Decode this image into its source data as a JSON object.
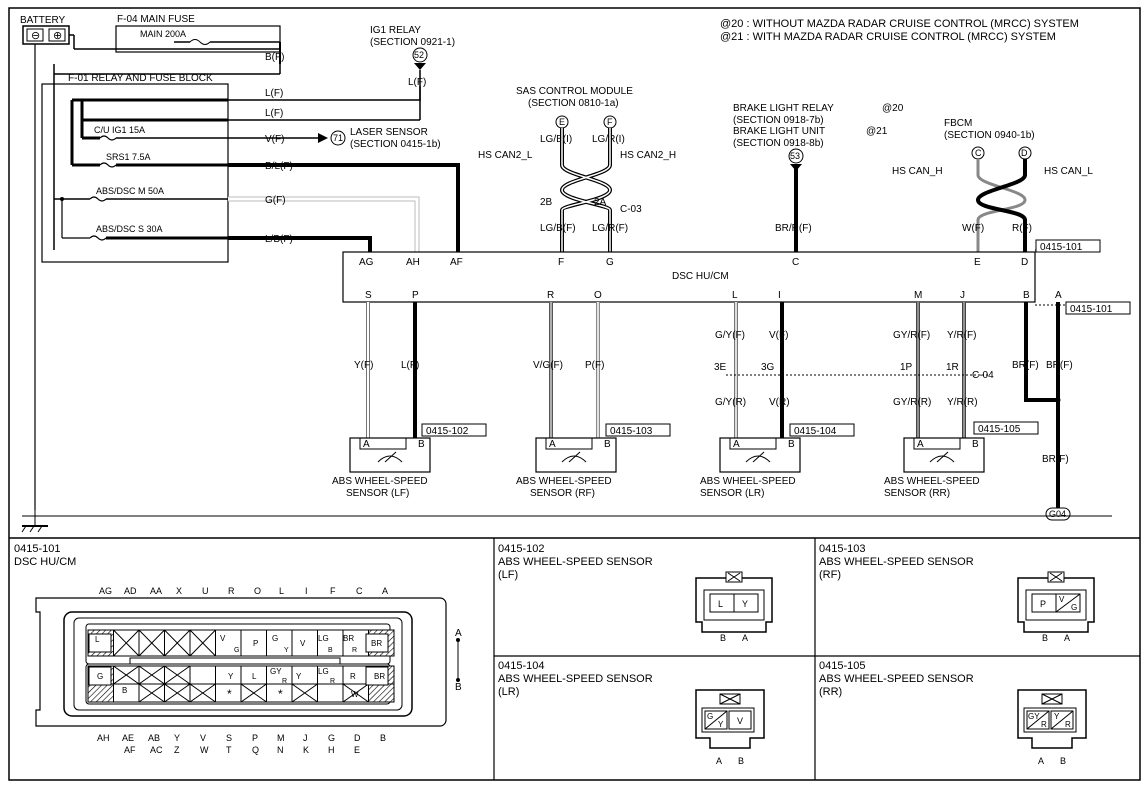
{
  "notes": {
    "at20": "@20 : WITHOUT MAZDA RADAR CRUISE CONTROL (MRCC) SYSTEM",
    "at21": "@21 : WITH MAZDA RADAR CRUISE CONTROL (MRCC) SYSTEM"
  },
  "power": {
    "battery": "BATTERY",
    "main_fuse_title": "F-04  MAIN FUSE",
    "main_fuse": "MAIN 200A",
    "bf": "B(F)",
    "block_title": "F-01  RELAY AND FUSE BLOCK",
    "fuses": [
      "C/U IG1 15A",
      "SRS1 7.5A",
      "ABS/DSC M 50A",
      "ABS/DSC S 30A"
    ],
    "wires": [
      "L(F)",
      "L(F)",
      "V(F)",
      "B/L(F)",
      "G(F)",
      "L/B(F)"
    ],
    "laser_num": "71",
    "laser_1": "LASER SENSOR",
    "laser_2": "(SECTION 0415-1b)"
  },
  "ig1": {
    "title": "IG1 RELAY",
    "section": "(SECTION 0921-1)",
    "num": "52",
    "wire": "L(F)"
  },
  "sas": {
    "title": "SAS CONTROL MODULE",
    "section": "(SECTION 0810-1a)",
    "pin_e": "E",
    "pin_f": "F",
    "wire_e": "LG/B(I)",
    "wire_f": "LG/R(I)",
    "can_l": "HS CAN2_L",
    "can_h": "HS CAN2_H",
    "j2b": "2B",
    "j2a": "2A",
    "conn": "C-03",
    "out_e": "LG/B(F)",
    "out_f": "LG/R(F)"
  },
  "brake": {
    "line1": "BRAKE LIGHT RELAY",
    "line1_tag": "@20",
    "line2": "(SECTION 0918-7b)",
    "line3": "BRAKE LIGHT UNIT",
    "line3_tag": "@21",
    "line4": "(SECTION 0918-8b)",
    "num": "53",
    "wire": "BR/R(F)"
  },
  "fbcm": {
    "title": "FBCM",
    "section": "(SECTION 0940-1b)",
    "pin_c": "C",
    "pin_d": "D",
    "can_h": "HS CAN_H",
    "can_l": "HS CAN_L",
    "wire_c": "W(F)",
    "wire_d": "R(F)"
  },
  "dsc": {
    "name": "DSC HU/CM",
    "conn_ref": "0415-101",
    "top_pins": [
      "AG",
      "AH",
      "AF",
      "F",
      "G",
      "C",
      "E",
      "D"
    ],
    "bottom_pins": [
      "S",
      "P",
      "R",
      "O",
      "L",
      "I",
      "M",
      "J",
      "B",
      "A"
    ]
  },
  "sensors": {
    "lf": {
      "w1": "Y(F)",
      "w2": "L(F)",
      "ref": "0415-102",
      "line1": "ABS WHEEL-SPEED",
      "line2": "SENSOR (LF)"
    },
    "rf": {
      "w1": "V/G(F)",
      "w2": "P(F)",
      "ref": "0415-103",
      "line1": "ABS WHEEL-SPEED",
      "line2": "SENSOR (RF)"
    },
    "lr": {
      "w1": "G/Y(F)",
      "w2": "V(F)",
      "j1": "3E",
      "j2": "3G",
      "w3": "G/Y(R)",
      "w4": "V(R)",
      "ref": "0415-104",
      "line1": "ABS WHEEL-SPEED",
      "line2": "SENSOR (LR)"
    },
    "rr": {
      "w1": "GY/R(F)",
      "w2": "Y/R(F)",
      "j1": "1P",
      "j2": "1R",
      "conn": "C-04",
      "w3": "GY/R(R)",
      "w4": "Y/R(R)",
      "ref": "0415-105",
      "line1": "ABS WHEEL-SPEED",
      "line2": "SENSOR (RR)"
    },
    "pin_a": "A",
    "pin_b": "B"
  },
  "ground": {
    "w1": "BR(F)",
    "w2": "BR(F)",
    "w3": "BR(F)",
    "label": "G04"
  },
  "panels": {
    "p101": {
      "ref": "0415-101",
      "title": "DSC HU/CM",
      "top_labels": [
        "AG",
        "AD",
        "AA",
        "X",
        "U",
        "R",
        "O",
        "L",
        "I",
        "F",
        "C",
        "A"
      ],
      "bot1": [
        "AH",
        "AE",
        "AB",
        "Y",
        "V",
        "S",
        "P",
        "M",
        "J",
        "G",
        "D",
        "B"
      ],
      "bot2": [
        "AF",
        "AC",
        "Z",
        "W",
        "T",
        "Q",
        "N",
        "K",
        "H",
        "E"
      ],
      "row1": [
        "L",
        "",
        "",
        "",
        "",
        "V",
        "P",
        "G",
        "LG",
        "BR",
        "BR"
      ],
      "row1sub": [
        "",
        "",
        "",
        "",
        "",
        "G",
        "",
        "Y",
        "V",
        "B",
        "R",
        ""
      ],
      "row2": [
        "G",
        "B",
        "",
        "",
        "Y",
        "L",
        "GY",
        "LG",
        "R",
        "BR"
      ],
      "row2sub": [
        "",
        "",
        "",
        "",
        "",
        "",
        "R",
        "Y",
        "R",
        "R",
        "",
        ""
      ],
      "row3": [
        "",
        "",
        "",
        "",
        "*",
        "",
        "*",
        "",
        "W"
      ],
      "side_a": "A",
      "side_b": "B"
    },
    "p102": {
      "ref": "0415-102",
      "title": "ABS WHEEL-SPEED SENSOR",
      "sub": "(LF)",
      "c1": "L",
      "c2": "Y",
      "a": "A",
      "b": "B"
    },
    "p103": {
      "ref": "0415-103",
      "title": "ABS WHEEL-SPEED SENSOR",
      "sub": "(RF)",
      "c1": "P",
      "c2a": "V",
      "c2b": "G",
      "a": "A",
      "b": "B"
    },
    "p104": {
      "ref": "0415-104",
      "title": "ABS WHEEL-SPEED SENSOR",
      "sub": "(LR)",
      "c1a": "G",
      "c1b": "Y",
      "c2": "V",
      "a": "A",
      "b": "B"
    },
    "p105": {
      "ref": "0415-105",
      "title": "ABS WHEEL-SPEED SENSOR",
      "sub": "(RR)",
      "c1a": "GY",
      "c1b": "R",
      "c2a": "Y",
      "c2b": "R",
      "a": "A",
      "b": "B"
    }
  }
}
